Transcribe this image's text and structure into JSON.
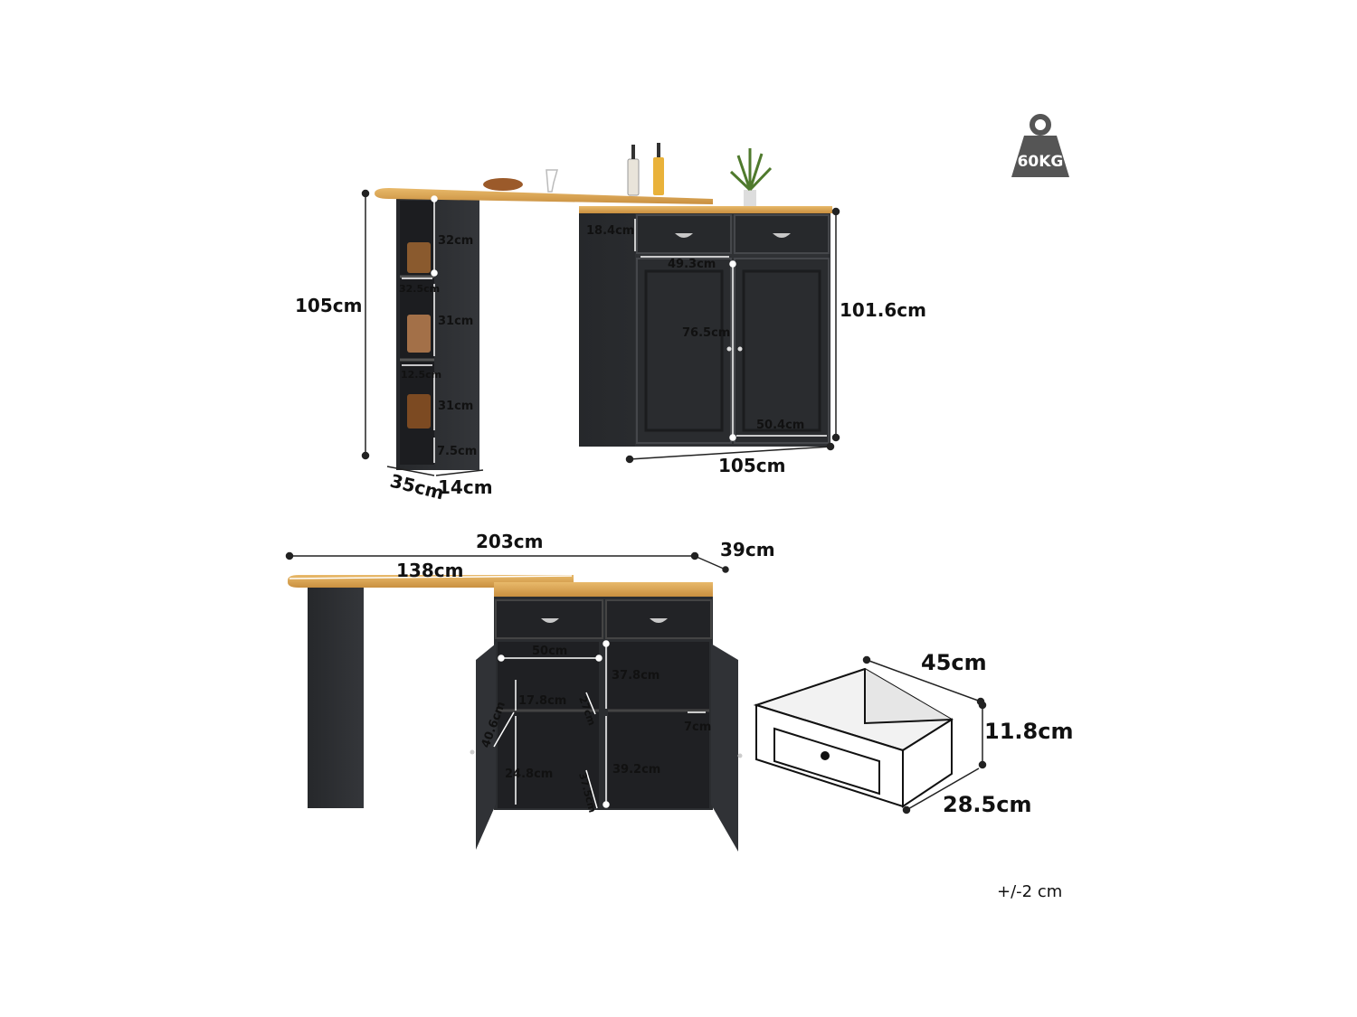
{
  "weight_badge": {
    "label": "60KG",
    "icon": "weight-icon"
  },
  "top_view": {
    "height_left": "105cm",
    "height_right": "101.6cm",
    "shelf_32": "32cm",
    "shelf_32_5": "32.5cm",
    "shelf_31_a": "31cm",
    "shelf_12_5": "12.5cm",
    "shelf_31_b": "31cm",
    "shelf_7_5": "7.5cm",
    "depth_35": "35cm",
    "width_14": "14cm",
    "drawer_h": "18.4cm",
    "drawer_w": "49.3cm",
    "door_h": "76.5cm",
    "door_w": "50.4cm",
    "cabinet_w": "105cm"
  },
  "bottom_view": {
    "total_w": "203cm",
    "depth_39": "39cm",
    "top_w": "138cm",
    "inner_w": "50cm",
    "upper_h": "37.8cm",
    "shelf_h": "17.8cm",
    "shelf_d": "27cm",
    "door_inner": "40.6cm",
    "side_7": "7cm",
    "lower_h": "24.8cm",
    "lower_d": "37.5cm",
    "lower_h2": "39.2cm"
  },
  "drawer_view": {
    "width": "45cm",
    "height": "11.8cm",
    "depth": "28.5cm"
  },
  "tolerance": "+/-2 cm",
  "colors": {
    "cabinet": "#2b2d30",
    "wood": "#d9a55a",
    "line": "#111111",
    "badge": "#555555"
  }
}
